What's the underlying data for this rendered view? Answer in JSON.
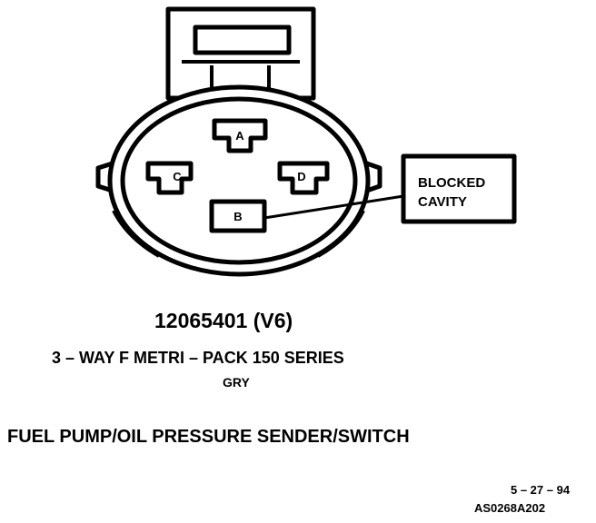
{
  "connector": {
    "cavities": [
      "A",
      "B",
      "C",
      "D"
    ],
    "callout": [
      "BLOCKED",
      "CAVITY"
    ]
  },
  "part_number": "12065401 (V6)",
  "connector_type": "3 – WAY F METRI – PACK 150 SERIES",
  "wire_color": "GRY",
  "circuit_name": "FUEL PUMP/OIL PRESSURE SENDER/SWITCH",
  "date_code": "5 – 27 – 94",
  "figure_id": "AS0268A202"
}
